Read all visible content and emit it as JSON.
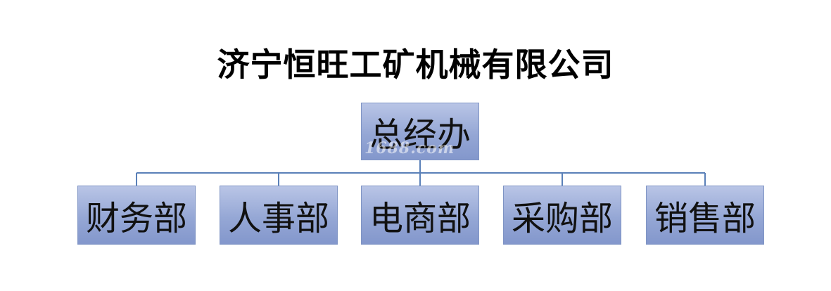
{
  "title": "济宁恒旺工矿机械有限公司",
  "root": {
    "label": "总经办"
  },
  "departments": [
    {
      "label": "财务部"
    },
    {
      "label": "人事部"
    },
    {
      "label": "电商部"
    },
    {
      "label": "采购部"
    },
    {
      "label": "销售部"
    }
  ],
  "watermark": "1688.com",
  "colors": {
    "box_fill_top": "#b9c5e6",
    "box_fill_bottom": "#8397cc",
    "connector": "#5a80b8"
  }
}
